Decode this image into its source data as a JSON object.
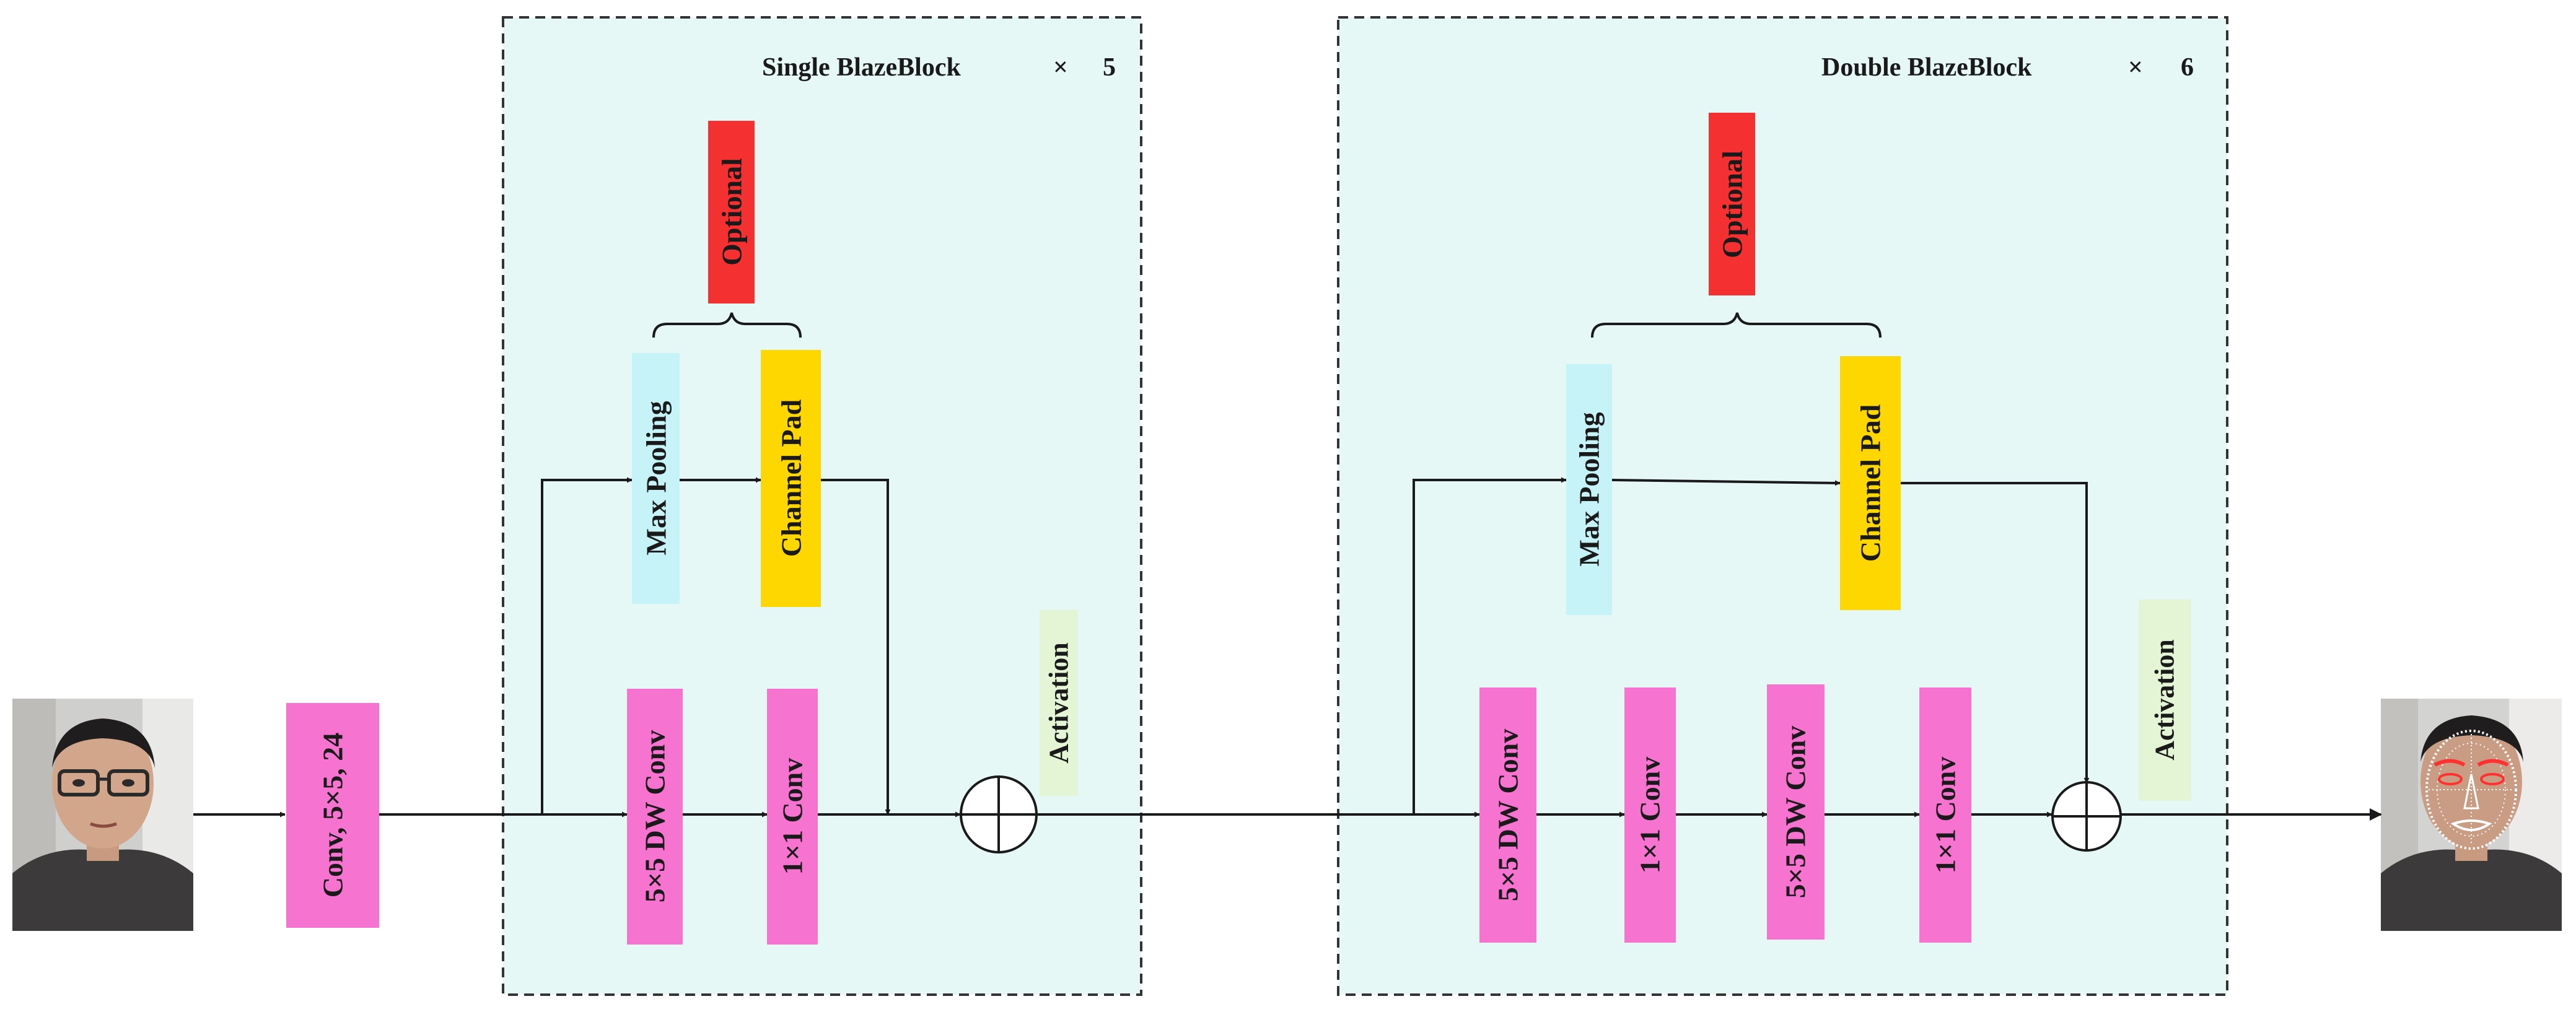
{
  "input_stage": {
    "conv_label": "Conv, 5×5, 24"
  },
  "single_block": {
    "title": "Single BlazeBlock",
    "times_symbol": "×",
    "repeat": "5",
    "optional_label": "Optional",
    "max_pooling_label": "Max Pooling",
    "channel_pad_label": "Channel Pad",
    "dw_conv_label": "5×5 DW Conv",
    "pw_conv_label": "1×1  Conv",
    "activation_label": "Activation"
  },
  "double_block": {
    "title": "Double BlazeBlock",
    "times_symbol": "×",
    "repeat": "6",
    "optional_label": "Optional",
    "max_pooling_label": "Max Pooling",
    "channel_pad_label": "Channel Pad",
    "dw_conv1_label": "5×5 DW Conv",
    "pw_conv1_label": "1×1  Conv",
    "dw_conv2_label": "5×5 DW Conv",
    "pw_conv2_label": "1×1  Conv",
    "activation_label": "Activation"
  },
  "colors": {
    "conv": "#f673d0",
    "optional": "#f53030",
    "max_pooling": "#c6f3f7",
    "channel_pad": "#ffd700",
    "activation": "#e3f5d5",
    "block_bg": "#e6f8f6",
    "line": "#1a1a1a"
  }
}
